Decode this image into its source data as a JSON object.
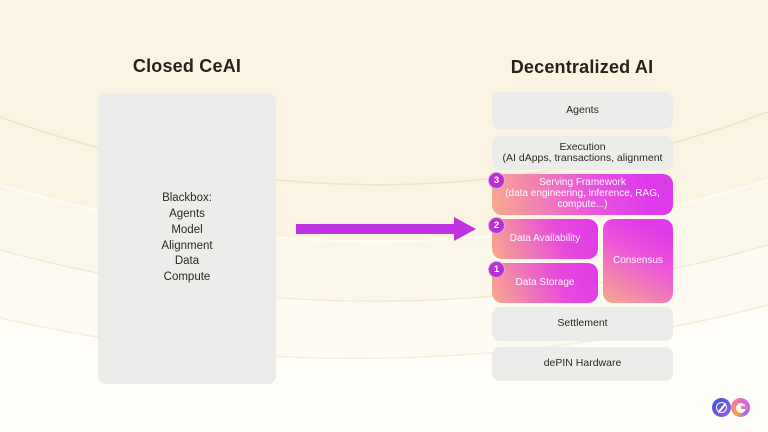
{
  "colors": {
    "background": "#fbf4e2",
    "card_gray": "#ececea",
    "accent_magenta": "#bf33e0",
    "gradient_start": "#f8ab8b",
    "gradient_end": "#dd3bea",
    "badge_purple": "#b92fd0",
    "text_dark": "#2b2a24"
  },
  "icons": {
    "logo_left": "zero-slash-icon",
    "logo_right": "g-ring-icon",
    "arrow": "right-arrow"
  },
  "left_panel": {
    "title": "Closed CeAI",
    "box_lines": [
      "Blackbox:",
      "Agents",
      "Model",
      "Alignment",
      "Data",
      "Compute"
    ]
  },
  "right_panel": {
    "title": "Decentralized AI",
    "layers": {
      "agents": {
        "label": "Agents"
      },
      "execution": {
        "line1": "Execution",
        "line2": "(AI dApps, transactions, alignment"
      },
      "serving": {
        "badge": "3",
        "line1": "Serving Framework",
        "line2": "(data engineering, inference, RAG,",
        "line3": "compute...)"
      },
      "data_availability": {
        "badge": "2",
        "label": "Data Availability"
      },
      "data_storage": {
        "badge": "1",
        "label": "Data Storage"
      },
      "consensus": {
        "label": "Consensus"
      },
      "settlement": {
        "label": "Settlement"
      },
      "depin_hardware": {
        "label": "dePIN Hardware"
      }
    }
  },
  "footer": {
    "logo": "0G"
  }
}
